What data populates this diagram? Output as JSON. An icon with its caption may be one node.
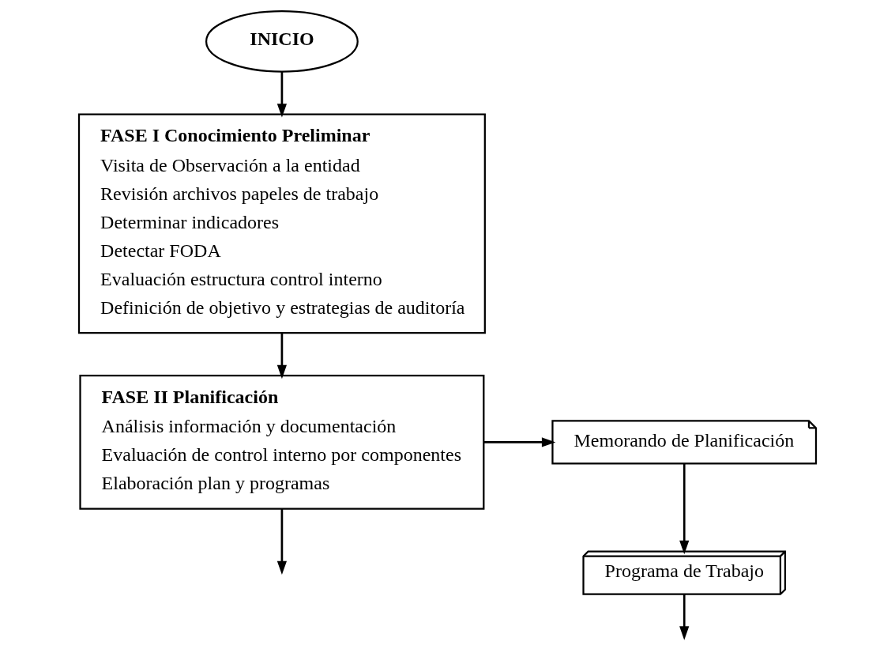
{
  "diagram": {
    "nodes": [
      {
        "text": [
          "INICIO"
        ]
      },
      {
        "text": [
          "FASE I Conocimiento Preliminar",
          "Visita de Observación a la entidad",
          "Revisión archivos papeles de trabajo",
          "Determinar indicadores",
          "Detectar FODA",
          "Evaluación estructura control interno",
          "Definición de objetivo y estrategias de auditoría"
        ]
      },
      {
        "text": [
          "FASE II Planificación",
          "Análisis información y documentación",
          "Evaluación de control interno por componentes",
          "Elaboración plan y programas"
        ]
      },
      {
        "text": [
          "Memorando de Planificación"
        ]
      },
      {
        "text": [
          "Programa de Trabajo"
        ]
      }
    ],
    "edges": [
      {
        "from": 0,
        "to": 1,
        "arrow": "to"
      },
      {
        "from": 1,
        "to": 2,
        "arrow": "to"
      },
      {
        "from": 2,
        "to": 3,
        "arrow": "to"
      },
      {
        "from": 3,
        "to": 4,
        "arrow": "to"
      },
      {
        "from": 2,
        "to": null,
        "arrow": "to"
      },
      {
        "from": 4,
        "to": null,
        "arrow": "to"
      }
    ]
  }
}
